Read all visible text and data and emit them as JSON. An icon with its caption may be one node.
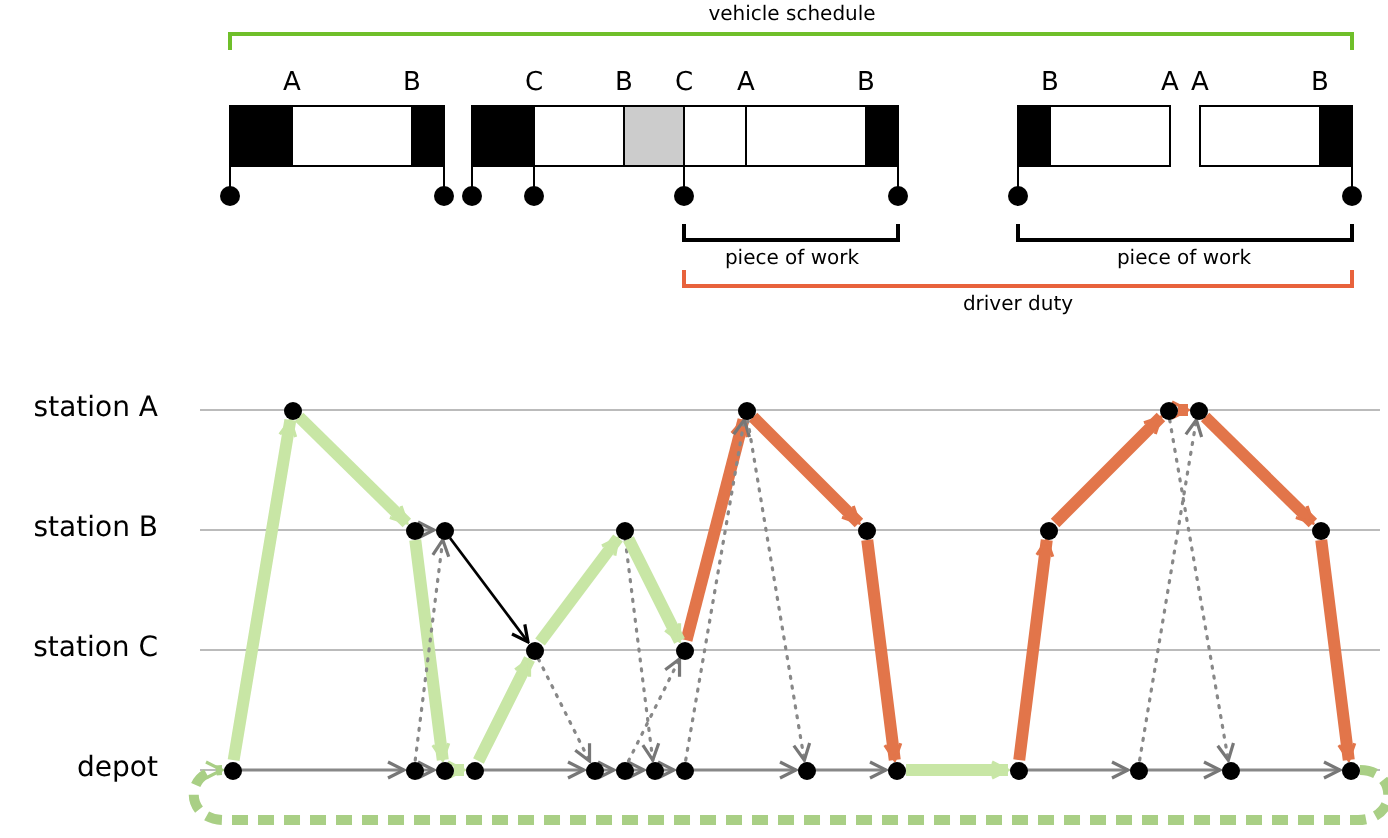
{
  "diagram": {
    "nodes": [
      {
        "text": [],
        "shape": "circle"
      },
      {
        "text": [],
        "shape": "circle"
      },
      {
        "text": [],
        "shape": "circle"
      },
      {
        "text": [],
        "shape": "circle"
      },
      {
        "text": [],
        "shape": "circle"
      },
      {
        "text": [],
        "shape": "circle"
      },
      {
        "text": [],
        "shape": "circle"
      },
      {
        "text": [],
        "shape": "circle"
      },
      {
        "text": [],
        "shape": "circle"
      },
      {
        "text": [],
        "shape": "circle"
      },
      {
        "text": [],
        "shape": "circle"
      },
      {
        "text": [],
        "shape": "circle"
      },
      {
        "text": [],
        "shape": "circle"
      },
      {
        "text": [],
        "shape": "circle"
      },
      {
        "text": [],
        "shape": "circle"
      },
      {
        "text": [],
        "shape": "circle"
      },
      {
        "text": [],
        "shape": "circle"
      },
      {
        "text": [],
        "shape": "circle"
      },
      {
        "text": [],
        "shape": "circle"
      },
      {
        "text": [],
        "shape": "circle"
      },
      {
        "text": [],
        "shape": "circle"
      },
      {
        "text": [],
        "shape": "circle"
      },
      {
        "text": [],
        "shape": "circle"
      },
      {
        "text": [],
        "shape": "circle"
      },
      {
        "text": [],
        "shape": "circle"
      },
      {
        "text": [],
        "shape": "circle"
      }
    ],
    "edges": [
      {
        "from": 12,
        "to": 13,
        "arrow": "to"
      },
      {
        "from": 13,
        "to": 14,
        "arrow": "to"
      },
      {
        "from": 14,
        "to": 15,
        "arrow": "to",
        "style": "thick",
        "color": "#c8e6a5"
      },
      {
        "from": 15,
        "to": 16,
        "arrow": "to"
      },
      {
        "from": 16,
        "to": 17,
        "arrow": "to"
      },
      {
        "from": 17,
        "to": 18,
        "arrow": "to"
      },
      {
        "from": 18,
        "to": 19,
        "arrow": "to"
      },
      {
        "from": 19,
        "to": 20,
        "arrow": "to"
      },
      {
        "from": 20,
        "to": 21,
        "arrow": "to"
      },
      {
        "from": 21,
        "to": 22,
        "arrow": "to",
        "style": "thick",
        "color": "#c8e6a5"
      },
      {
        "from": 22,
        "to": 23,
        "arrow": "to"
      },
      {
        "from": 23,
        "to": 24,
        "arrow": "to"
      },
      {
        "from": 24,
        "to": 25,
        "arrow": "to"
      },
      {
        "from": 25,
        "to": 12,
        "arrow": "to",
        "style": "dashed",
        "color": "#a9cf85"
      },
      {
        "from": 4,
        "to": 5,
        "arrow": "to"
      },
      {
        "from": 0,
        "to": 4,
        "arrow": "to",
        "style": "thick",
        "color": "#c8e6a5"
      },
      {
        "from": 5,
        "to": 10,
        "arrow": "to",
        "color": "#000000"
      },
      {
        "from": 10,
        "to": 6,
        "arrow": "to",
        "style": "thick",
        "color": "#c8e6a5"
      },
      {
        "from": 11,
        "to": 1,
        "arrow": "to",
        "style": "thick",
        "color": "#e2754a"
      },
      {
        "from": 1,
        "to": 7,
        "arrow": "to",
        "style": "thick",
        "color": "#e2754a"
      },
      {
        "from": 8,
        "to": 2,
        "arrow": "to",
        "style": "thick",
        "color": "#e2754a"
      },
      {
        "from": 2,
        "to": 3,
        "arrow": "to",
        "style": "thick",
        "color": "#e2754a"
      },
      {
        "from": 3,
        "to": 9,
        "arrow": "to",
        "style": "thick",
        "color": "#e2754a"
      },
      {
        "from": 12,
        "to": 0,
        "arrow": "to",
        "style": "thick",
        "color": "#c8e6a5"
      },
      {
        "from": 4,
        "to": 14,
        "arrow": "to",
        "style": "thick",
        "color": "#c8e6a5"
      },
      {
        "from": 13,
        "to": 5,
        "arrow": "to",
        "style": "dashed"
      },
      {
        "from": 15,
        "to": 10,
        "arrow": "to",
        "style": "thick",
        "color": "#c8e6a5"
      },
      {
        "from": 10,
        "to": 16,
        "arrow": "to",
        "style": "dashed"
      },
      {
        "from": 6,
        "to": 18,
        "arrow": "to",
        "style": "dashed"
      },
      {
        "from": 6,
        "to": 11,
        "arrow": "to",
        "style": "thick",
        "color": "#c8e6a5"
      },
      {
        "from": 17,
        "to": 11,
        "arrow": "to",
        "style": "dashed"
      },
      {
        "from": 19,
        "to": 1,
        "arrow": "to",
        "style": "dashed"
      },
      {
        "from": 1,
        "to": 20,
        "arrow": "to",
        "style": "dashed"
      },
      {
        "from": 7,
        "to": 21,
        "arrow": "to",
        "style": "thick",
        "color": "#e2754a"
      },
      {
        "from": 22,
        "to": 8,
        "arrow": "to",
        "style": "thick",
        "color": "#e2754a"
      },
      {
        "from": 23,
        "to": 3,
        "arrow": "to",
        "style": "dashed"
      },
      {
        "from": 2,
        "to": 24,
        "arrow": "to",
        "style": "dashed"
      },
      {
        "from": 9,
        "to": 25,
        "arrow": "to",
        "style": "thick",
        "color": "#e2754a"
      }
    ],
    "labels": [
      "vehicle schedule",
      "A",
      "B",
      "C",
      "B",
      "C",
      "A",
      "B",
      "B",
      "A",
      "A",
      "B",
      "piece of work",
      "piece of work",
      "driver duty",
      "station A",
      "station B",
      "station C",
      "depot"
    ]
  }
}
